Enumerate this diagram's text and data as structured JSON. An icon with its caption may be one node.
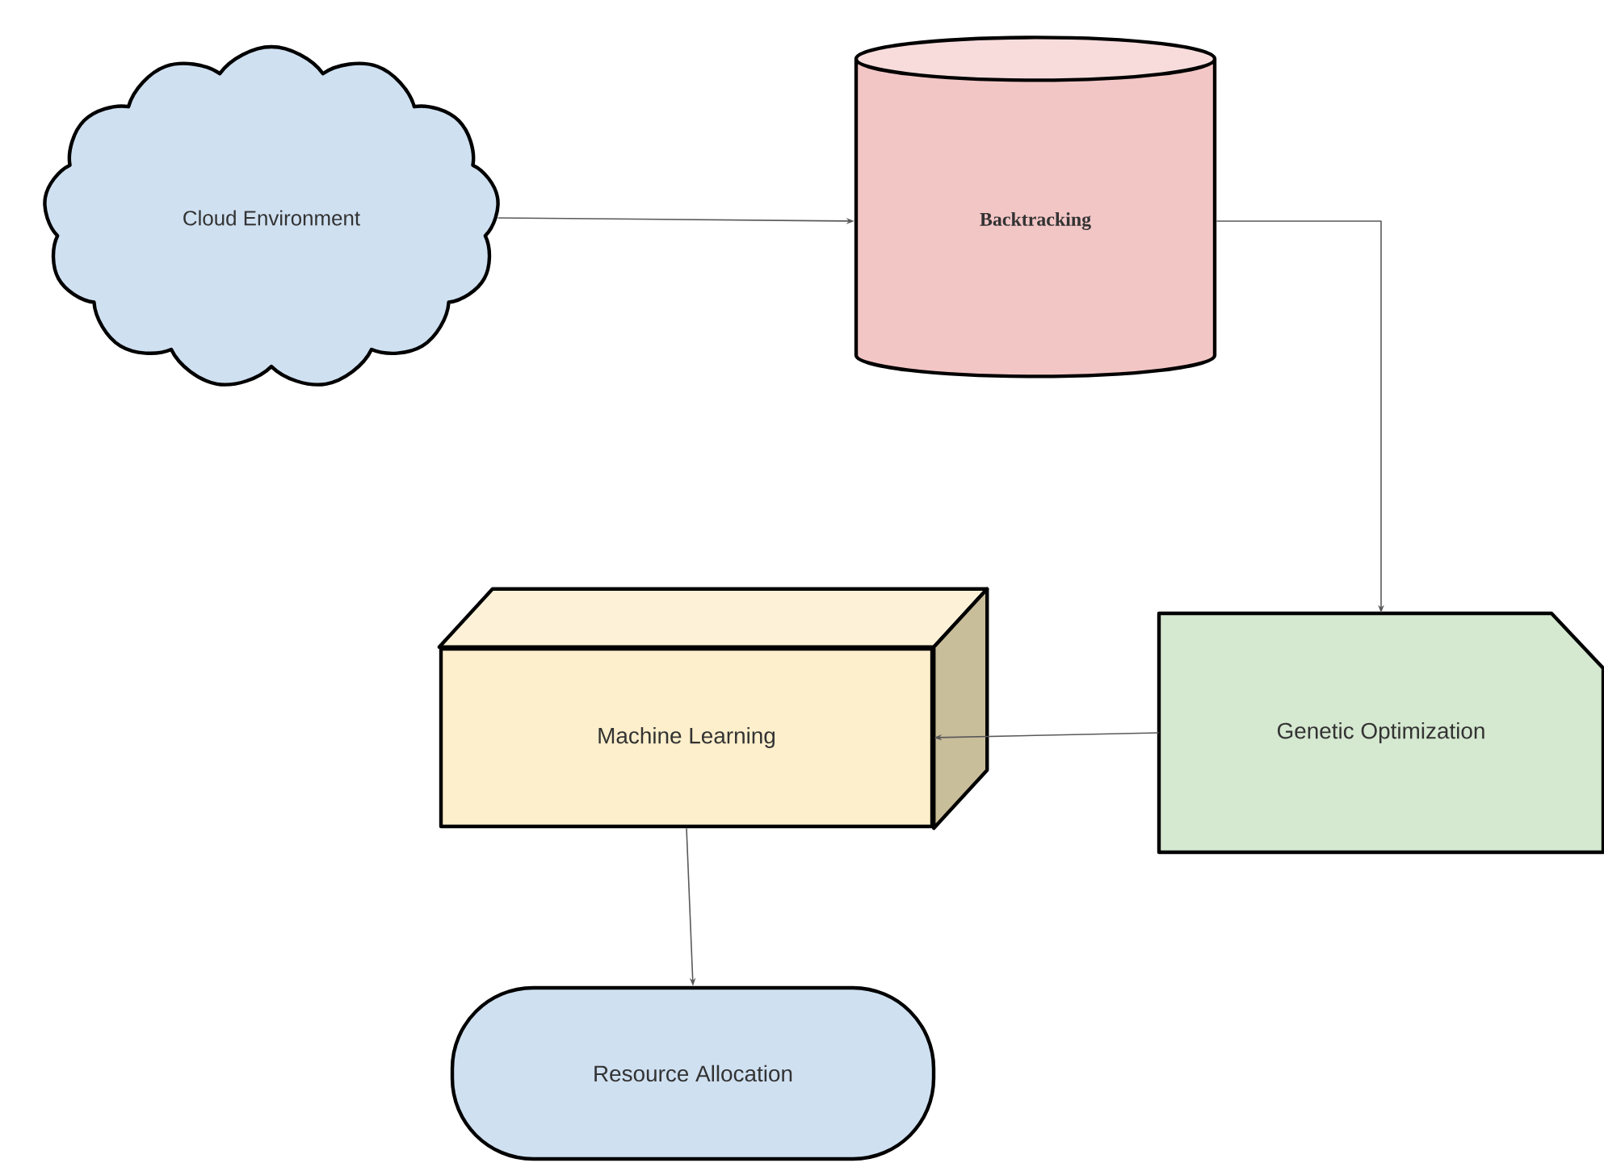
{
  "diagram": {
    "nodes": [
      {
        "text": [
          "Cloud Environment"
        ]
      },
      {
        "text": [
          "Backtracking"
        ]
      },
      {
        "text": [
          "Genetic Optimization"
        ]
      },
      {
        "text": [
          "Machine Learning"
        ]
      },
      {
        "text": [
          "Resource Allocation"
        ]
      }
    ],
    "edges": [
      {
        "from": 0,
        "to": 1,
        "arrow": "to"
      },
      {
        "from": 1,
        "to": 2,
        "arrow": "to"
      },
      {
        "from": 2,
        "to": 3,
        "arrow": "to"
      },
      {
        "from": 3,
        "to": 4,
        "arrow": "to"
      }
    ]
  }
}
